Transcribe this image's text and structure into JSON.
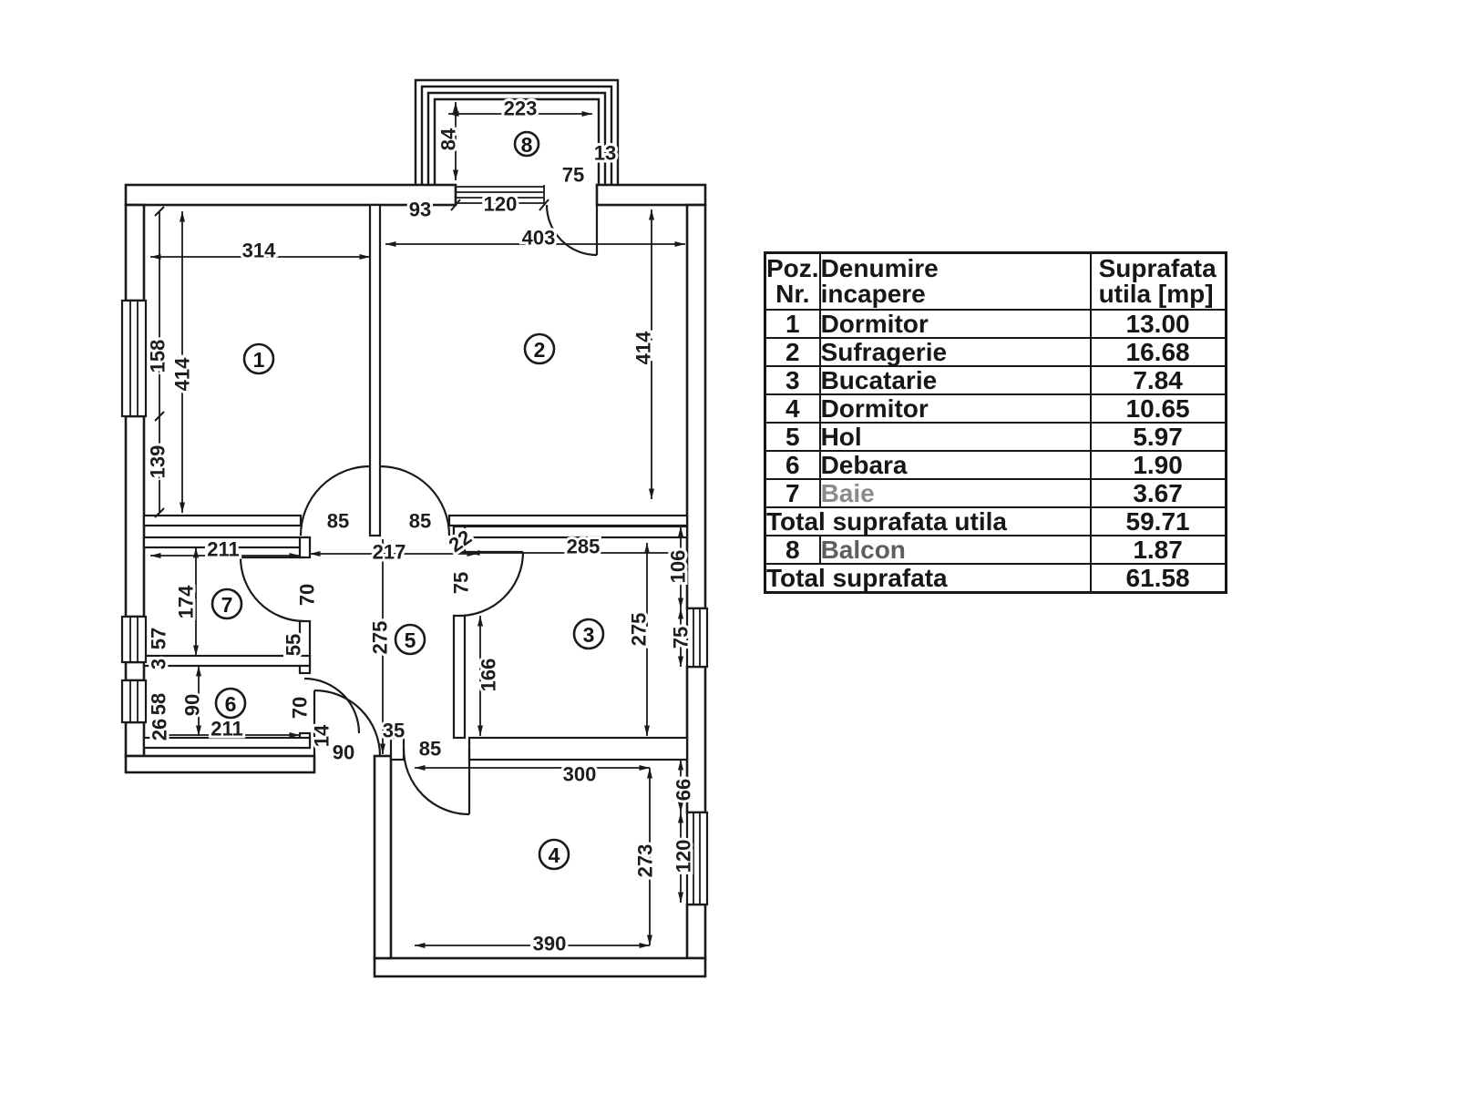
{
  "colors": {
    "ink": "#1a1a1a",
    "paper": "#ffffff"
  },
  "plan": {
    "rooms": [
      "1",
      "2",
      "3",
      "4",
      "5",
      "6",
      "7",
      "8"
    ],
    "dims": [
      "223",
      "84",
      "13",
      "75",
      "93",
      "120",
      "403",
      "314",
      "158",
      "414",
      "139",
      "414",
      "85",
      "85",
      "217",
      "22",
      "211",
      "174",
      "57",
      "3",
      "70",
      "55",
      "275",
      "285",
      "106",
      "75",
      "275",
      "75",
      "166",
      "90",
      "58",
      "26",
      "211",
      "70",
      "14",
      "90",
      "35",
      "85",
      "300",
      "66",
      "273",
      "120",
      "390"
    ]
  },
  "table": {
    "header": {
      "poz_line1": "Poz.",
      "poz_line2": "Nr.",
      "name_line1": "Denumire",
      "name_line2": "incapere",
      "area_line1": "Suprafata",
      "area_line2": "utila [mp]"
    },
    "rows": [
      {
        "poz": "1",
        "name": "Dormitor",
        "value": "13.00"
      },
      {
        "poz": "2",
        "name": "Sufragerie",
        "value": "16.68"
      },
      {
        "poz": "3",
        "name": "Bucatarie",
        "value": "7.84"
      },
      {
        "poz": "4",
        "name": "Dormitor",
        "value": "10.65"
      },
      {
        "poz": "5",
        "name": "Hol",
        "value": "5.97"
      },
      {
        "poz": "6",
        "name": "Debara",
        "value": "1.90"
      },
      {
        "poz": "7",
        "name": "Baie",
        "value": "3.67"
      }
    ],
    "total_utila": {
      "label": "Total suprafata utila",
      "value": "59.71"
    },
    "balcony_row": {
      "poz": "8",
      "name": "Balcon",
      "value": "1.87"
    },
    "total": {
      "label": "Total suprafata",
      "value": "61.58"
    }
  }
}
